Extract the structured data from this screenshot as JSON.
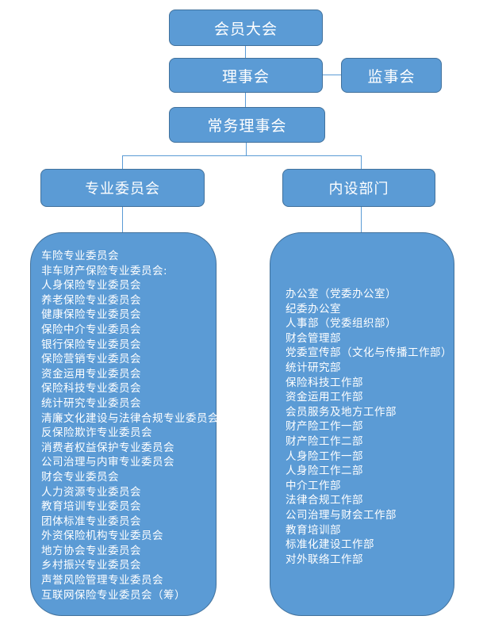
{
  "colors": {
    "box_fill": "#5B9BD5",
    "box_border": "#41719C",
    "connector": "#5B9BD5",
    "text": "#FFFFFF"
  },
  "nodes": {
    "members_assembly": "会员大会",
    "board_of_directors": "理事会",
    "supervisory_board": "监事会",
    "standing_council": "常务理事会",
    "special_committees": "专业委员会",
    "internal_departments": "内设部门"
  },
  "committees": [
    "车险专业委员会",
    "非车财产保险专业委员会:",
    "人身保险专业委员会",
    "养老保险专业委员会",
    "健康保险专业委员会",
    "保险中介专业委员会",
    "银行保险专业委员会",
    "保险营销专业委员会",
    "资金运用专业委员会",
    "保险科技专业委员会",
    "统计研究专业委员会",
    "清廉文化建设与法律合规专业委员会",
    "反保险欺诈专业委员会",
    "消费者权益保护专业委员会",
    "公司治理与内审专业委员会",
    "财会专业委员会",
    "人力资源专业委员会",
    "教育培训专业委员会",
    "团体标准专业委员会",
    "外资保险机构专业委员会",
    "地方协会专业委员会",
    "乡村振兴专业委员会",
    "声誉风险管理专业委员会",
    "互联网保险专业委员会（筹）"
  ],
  "departments": [
    "办公室（党委办公室）",
    "纪委办公室",
    "人事部（党委组织部）",
    "财会管理部",
    "党委宣传部（文化与传播工作部）",
    "统计研究部",
    "保险科技工作部",
    "资金运用工作部",
    "会员服务及地方工作部",
    "财产险工作一部",
    "财产险工作二部",
    "人身险工作一部",
    "人身险工作二部",
    "中介工作部",
    "法律合规工作部",
    "公司治理与财会工作部",
    "教育培训部",
    "标准化建设工作部",
    "对外联络工作部"
  ]
}
